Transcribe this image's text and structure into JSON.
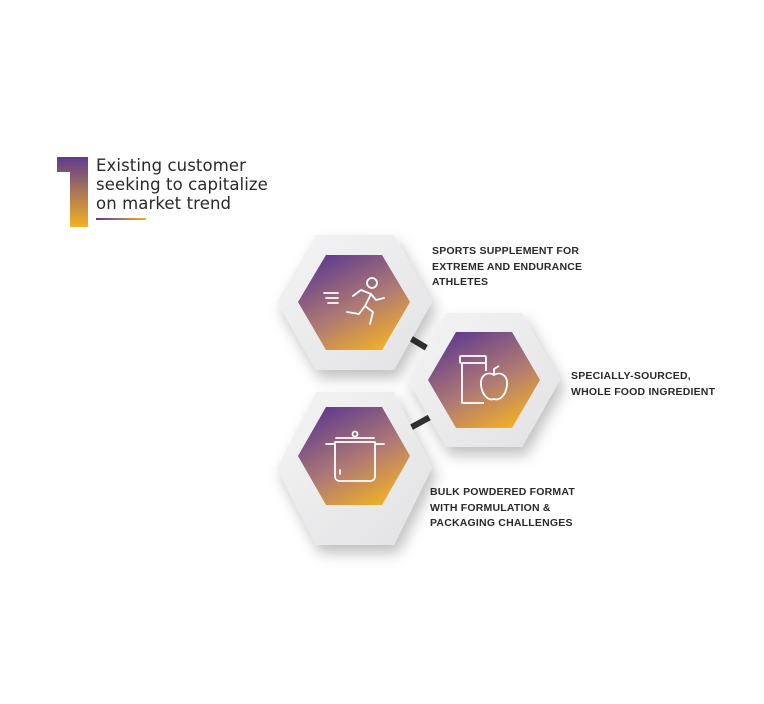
{
  "header": {
    "number": "1",
    "title_lines": [
      "Existing customer",
      "seeking to capitalize",
      "on market trend"
    ]
  },
  "items": [
    {
      "icon": "runner-icon",
      "label_lines": [
        "SPORTS SUPPLEMENT FOR",
        "EXTREME AND ENDURANCE",
        "ATHLETES"
      ]
    },
    {
      "icon": "jar-apple-icon",
      "label_lines": [
        "SPECIALLY-SOURCED,",
        "WHOLE FOOD INGREDIENT"
      ]
    },
    {
      "icon": "cooking-pot-icon",
      "label_lines": [
        "BULK POWDERED FORMAT",
        "WITH FORMULATION &",
        "PACKAGING CHALLENGES"
      ]
    }
  ],
  "colors": {
    "purple": "#5e3a8e",
    "gold": "#f4b223",
    "text": "#2a2a2a"
  }
}
